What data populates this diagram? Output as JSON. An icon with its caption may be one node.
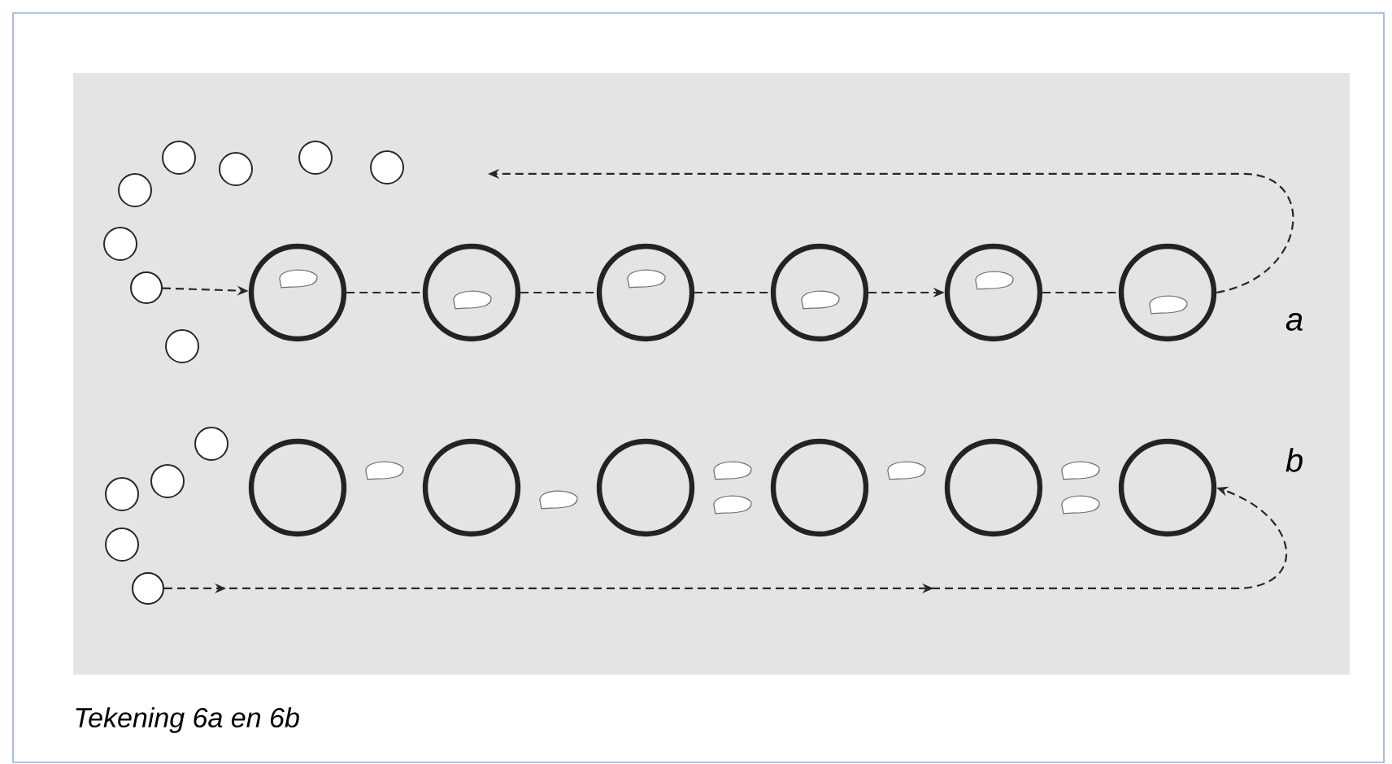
{
  "diagram": {
    "caption": "Tekening 6a en 6b",
    "nodes": [
      {
        "text": [],
        "shape": "circle"
      },
      {
        "text": [],
        "shape": "circle"
      },
      {
        "text": [],
        "shape": "circle"
      },
      {
        "text": [],
        "shape": "circle"
      },
      {
        "text": [],
        "shape": "circle"
      },
      {
        "text": [],
        "shape": "circle"
      },
      {
        "text": [],
        "shape": "circle"
      },
      {
        "text": [],
        "shape": "circle"
      },
      {
        "text": [],
        "shape": "circle"
      },
      {
        "text": [],
        "shape": "circle"
      },
      {
        "text": [],
        "shape": "circle"
      },
      {
        "text": [],
        "shape": "circle"
      },
      {
        "text": [],
        "shape": "circle"
      },
      {
        "text": [],
        "shape": "circle"
      }
    ],
    "edges": [
      {
        "from": 0,
        "to": 1,
        "arrow": "to"
      },
      {
        "from": 1,
        "to": 2,
        "arrow": "none"
      },
      {
        "from": 2,
        "to": 3,
        "arrow": "none"
      },
      {
        "from": 3,
        "to": 4,
        "arrow": "none"
      },
      {
        "from": 4,
        "to": 5,
        "arrow": "to"
      },
      {
        "from": 5,
        "to": 6,
        "arrow": "none"
      },
      {
        "from": 6,
        "to": null,
        "arrow": "to"
      },
      {
        "from": 7,
        "to": 13,
        "arrow": "to"
      }
    ],
    "labels": [
      "a",
      "b"
    ]
  }
}
